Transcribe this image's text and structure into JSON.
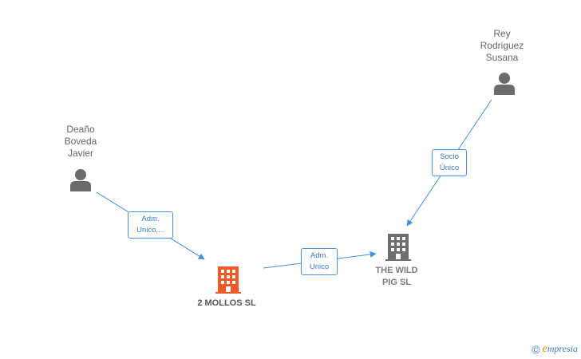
{
  "nodes": {
    "person_deano": {
      "label": "Deaño\nBoveda\nJavier",
      "icon": "person-icon"
    },
    "person_rey": {
      "label": "Rey\nRodriguez\nSusana",
      "icon": "person-icon"
    },
    "company_2mollos": {
      "label": "2 MOLLOS  SL",
      "icon": "building-icon",
      "color": "#f05a28"
    },
    "company_wildpig": {
      "label": "THE WILD\nPIG  SL",
      "icon": "building-icon",
      "color": "#6e6e6e"
    }
  },
  "edges": {
    "deano_to_2mollos": "Adm.\nUnico,...",
    "rey_to_wildpig": "Socio\nÚnico",
    "2mollos_to_wildpig": "Adm.\nUnico"
  },
  "colors": {
    "edge": "#4a90d9",
    "person": "#6b6b6b"
  },
  "footer": {
    "copyright": "©",
    "brand_initial": "e",
    "brand_rest": "mpresia"
  }
}
